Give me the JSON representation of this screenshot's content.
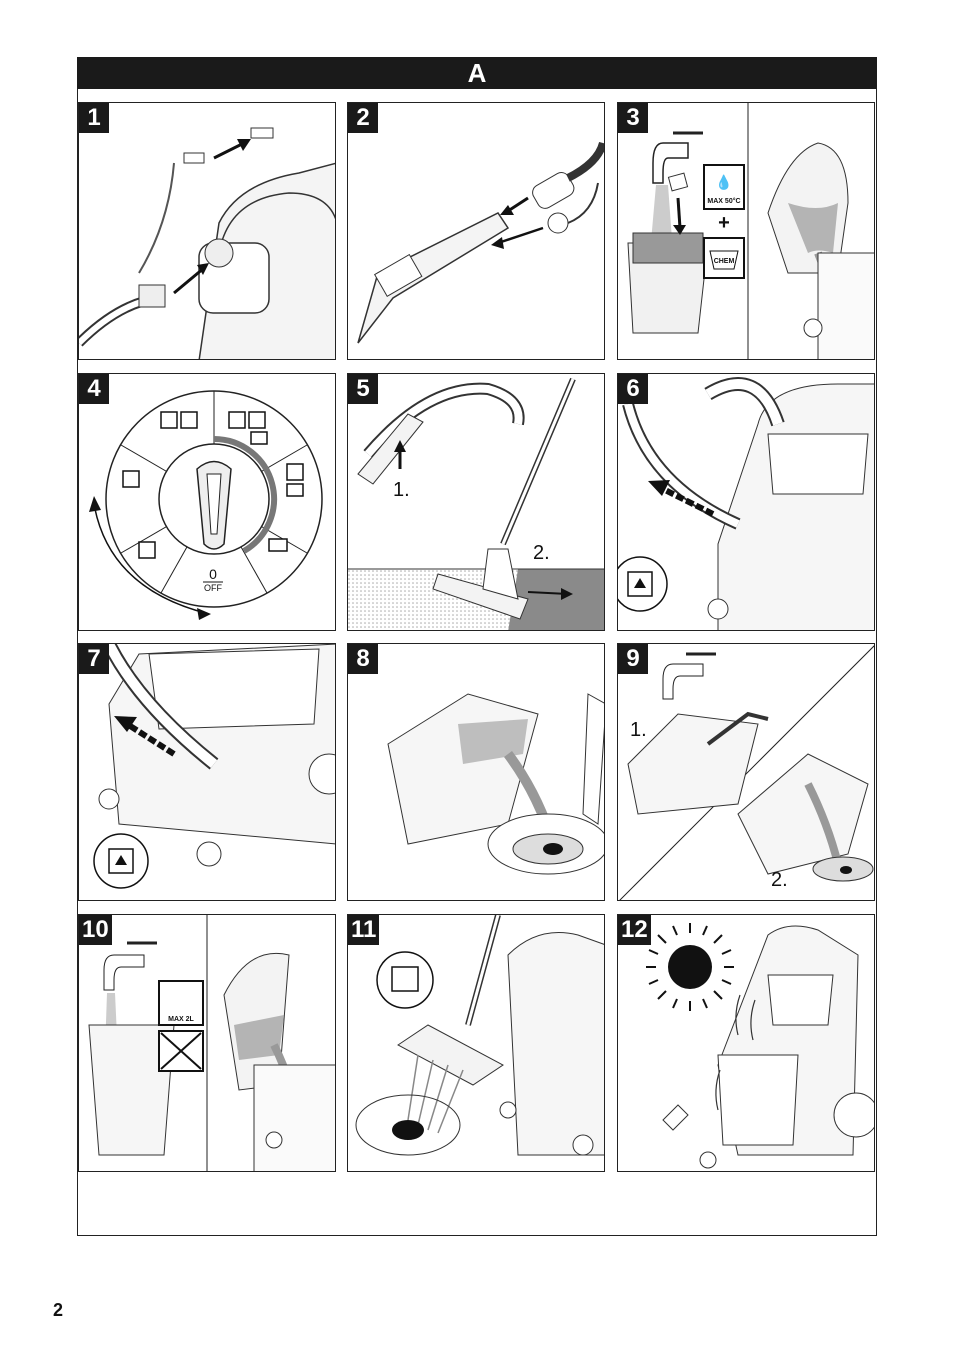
{
  "header": {
    "title": "A"
  },
  "panels": [
    {
      "number": "1"
    },
    {
      "number": "2"
    },
    {
      "number": "3",
      "labels": {
        "temp": "MAX 50°C",
        "chem": "CHEM",
        "plus": "+"
      }
    },
    {
      "number": "4",
      "labels": {
        "zero": "0",
        "off": "OFF"
      }
    },
    {
      "number": "5",
      "labels": {
        "step1": "1.",
        "step2": "2."
      }
    },
    {
      "number": "6"
    },
    {
      "number": "7"
    },
    {
      "number": "8"
    },
    {
      "number": "9",
      "labels": {
        "step1": "1.",
        "step2": "2."
      }
    },
    {
      "number": "10",
      "labels": {
        "max": "MAX 2L"
      }
    },
    {
      "number": "11"
    },
    {
      "number": "12"
    }
  ],
  "footer": {
    "page_number": "2"
  },
  "colors": {
    "accent": "#1a1a1a",
    "dial_ring": "#777777",
    "floor": "#8a8a8a"
  }
}
